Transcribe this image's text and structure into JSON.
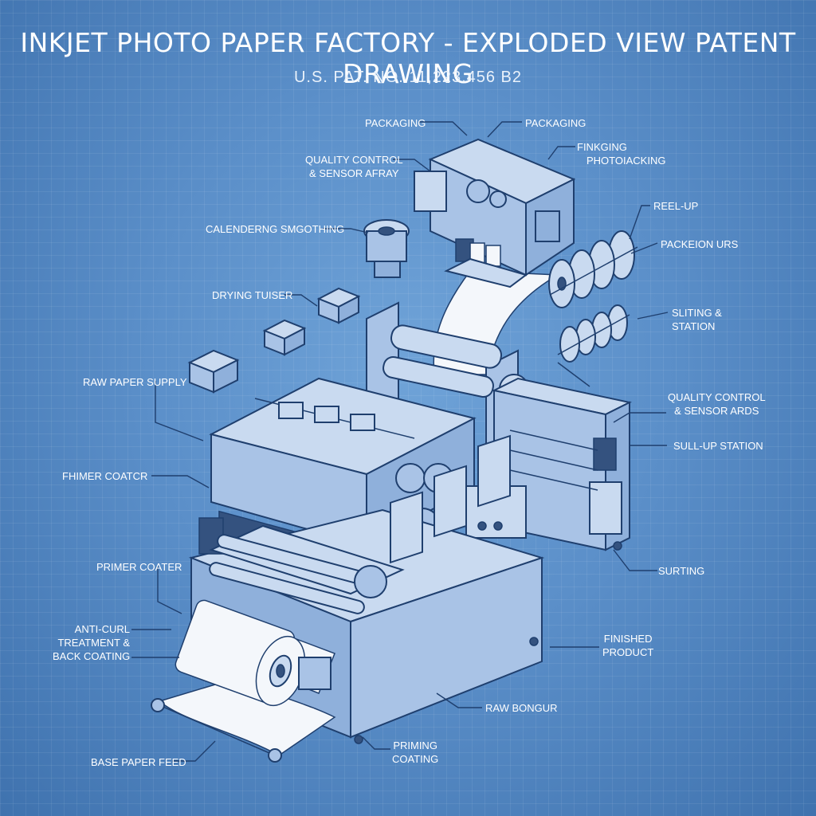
{
  "header": {
    "title": "INKJET PHOTO PAPER FACTORY - EXPLODED VIEW PATENT DRAWING",
    "subtitle": "U.S. PAT. NO. 11,223.456 B2"
  },
  "labels": {
    "packaging_left": "PACKAGING",
    "packaging_right": "PACKAGING",
    "finishing_line1": "FINKGING",
    "finishing_line2": "PHOTOIACKING",
    "qc_top_line1": "QUALITY CONTROL",
    "qc_top_line2": "& SENSOR AFRAY",
    "reel_up": "REEL-UP",
    "packeion_urs": "PACKEION URS",
    "calendering": "CALENDERNG SMGOTHING",
    "drying_tuiser": "DRYING TUISER",
    "slitting_line1": "SLITING &",
    "slitting_line2": "STATION",
    "raw_paper_supply": "RAW PAPER SUPPLY",
    "qc_right_line1": "QUALITY CONTROL",
    "qc_right_line2": "& SENSOR ARDS",
    "sull_up_station": "SULL-UP STATION",
    "fhimer_coatcr": "FHIMER COATCR",
    "primer_coater": "PRIMER COATER",
    "surting": "SURTING",
    "anticurl_line1": "ANTI-CURL",
    "anticurl_line2": "TREATMENT &",
    "anticurl_line3": "BACK COATING",
    "finished_line1": "FINISHED",
    "finished_line2": "PRODUCT",
    "raw_bongur": "RAW BONGUR",
    "priming_line1": "PRIMING",
    "priming_line2": "COATING",
    "base_paper_feed": "BASE PAPER FEED"
  }
}
